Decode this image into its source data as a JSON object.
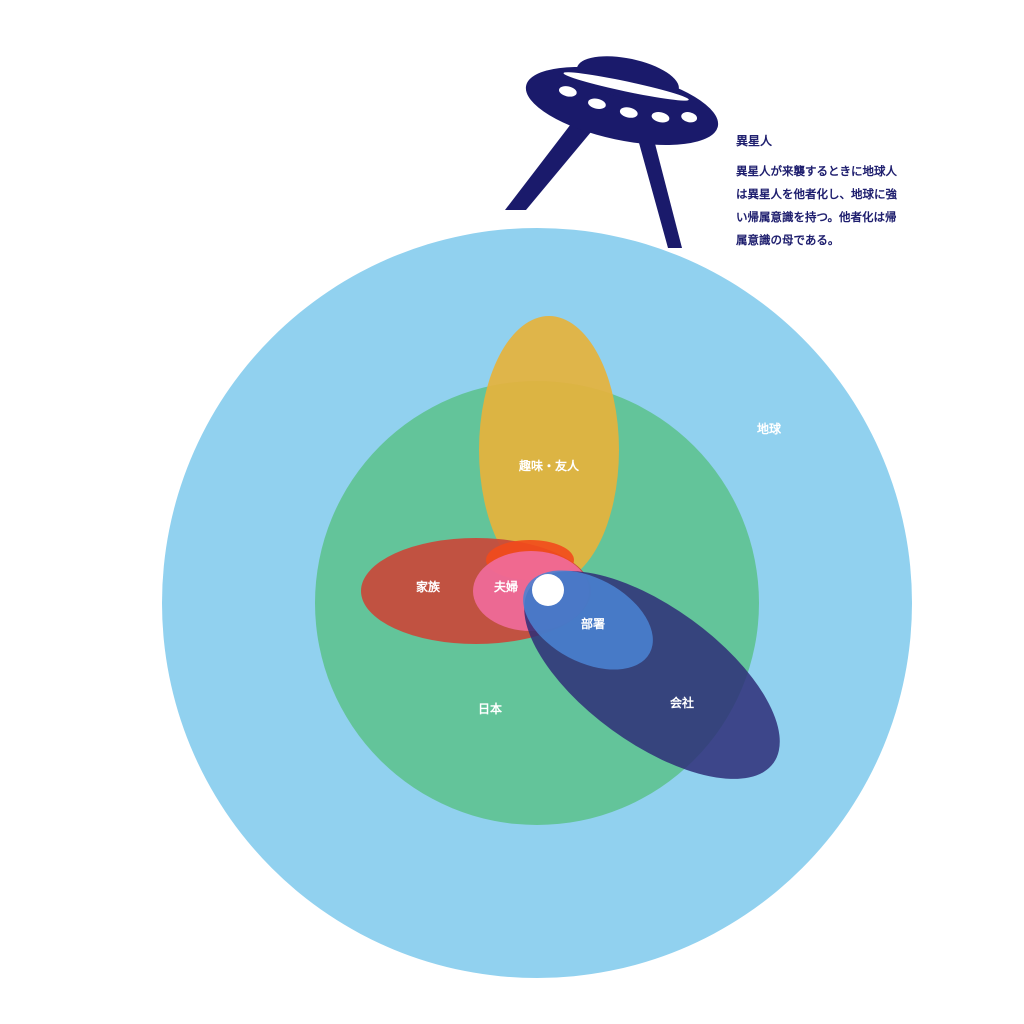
{
  "alien": {
    "title": "異星人",
    "description_lines": [
      "異星人が来襲するときに地球人",
      "は異星人を他者化し、地球に強",
      "い帰属意識を持つ。他者化は帰",
      "属意識の母である。"
    ]
  },
  "sets": {
    "earth": "地球",
    "japan": "日本",
    "hobby_friends": "趣味・友人",
    "family": "家族",
    "couple": "夫婦",
    "department": "部署",
    "company": "会社"
  },
  "colors": {
    "earth": "#91d1ef",
    "japan": "#63c49a",
    "hobby_friends": "#e6b23c",
    "family": "#c8493a",
    "couple": "#f06b9a",
    "company": "#2e2e78",
    "department": "#4a82d2",
    "ufo": "#1a1a6b",
    "caption_text": "#1e1e6e",
    "self": "#ffffff"
  },
  "icons": {
    "ufo": "ufo-icon",
    "self": "self-dot"
  }
}
